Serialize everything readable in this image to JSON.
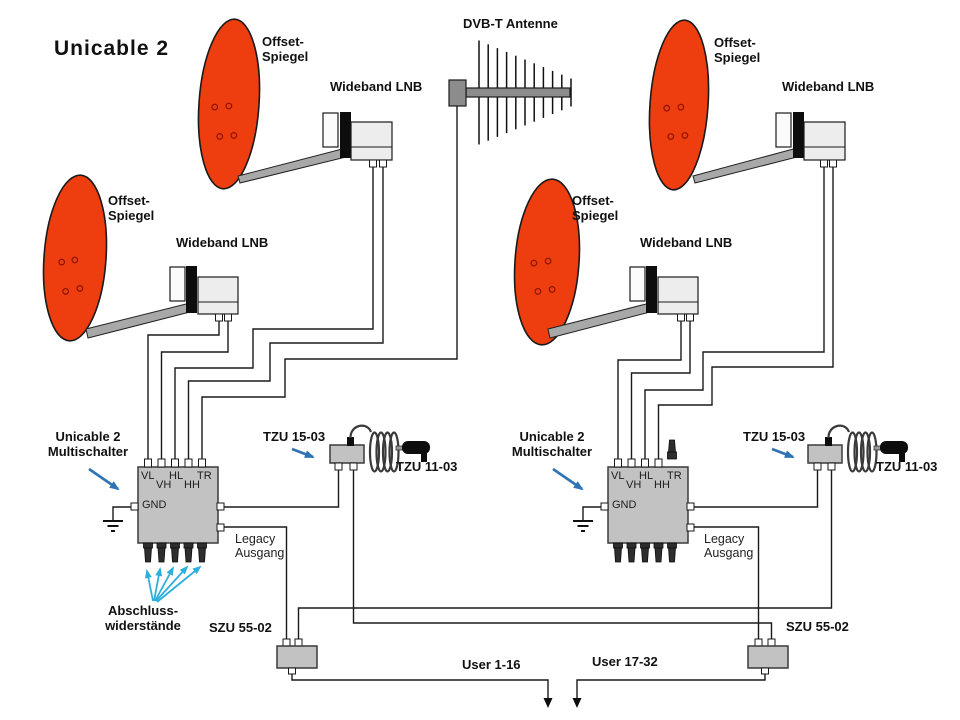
{
  "title": "Unicable 2",
  "colors": {
    "background": "#FFFFFF",
    "dish": "#EE3D0E",
    "box_gray": "#C2C2C2",
    "lnb_light": "#EDEDED",
    "metal_gray": "#8C8C8C",
    "arm_gray": "#A8A8A8",
    "wire": "#1A1A1A",
    "arrow_blue": "#2E74B5",
    "arrow_cyan": "#2BB0DC",
    "terminator": "#2E2E2E"
  },
  "labels": {
    "dvbt_antenna": "DVB-T Antenne",
    "offset_spiegel": "Offset-\nSpiegel",
    "wideband_lnb": "Wideband LNB",
    "multiswitch": "Unicable 2\nMultischalter",
    "tzu_15": "TZU  15-03",
    "tzu_11": "TZU  11-03",
    "szu_55": "SZU 55-02",
    "legacy_out": "Legacy\nAusgang",
    "terminators_label": "Abschluss-\nwiderstände",
    "user_left": "User 1-16",
    "user_right": "User 17-32"
  },
  "ports": {
    "vl": "VL",
    "vh": "VH",
    "hl": "HL",
    "hh": "HH",
    "tr": "TR",
    "gnd": "GND"
  }
}
